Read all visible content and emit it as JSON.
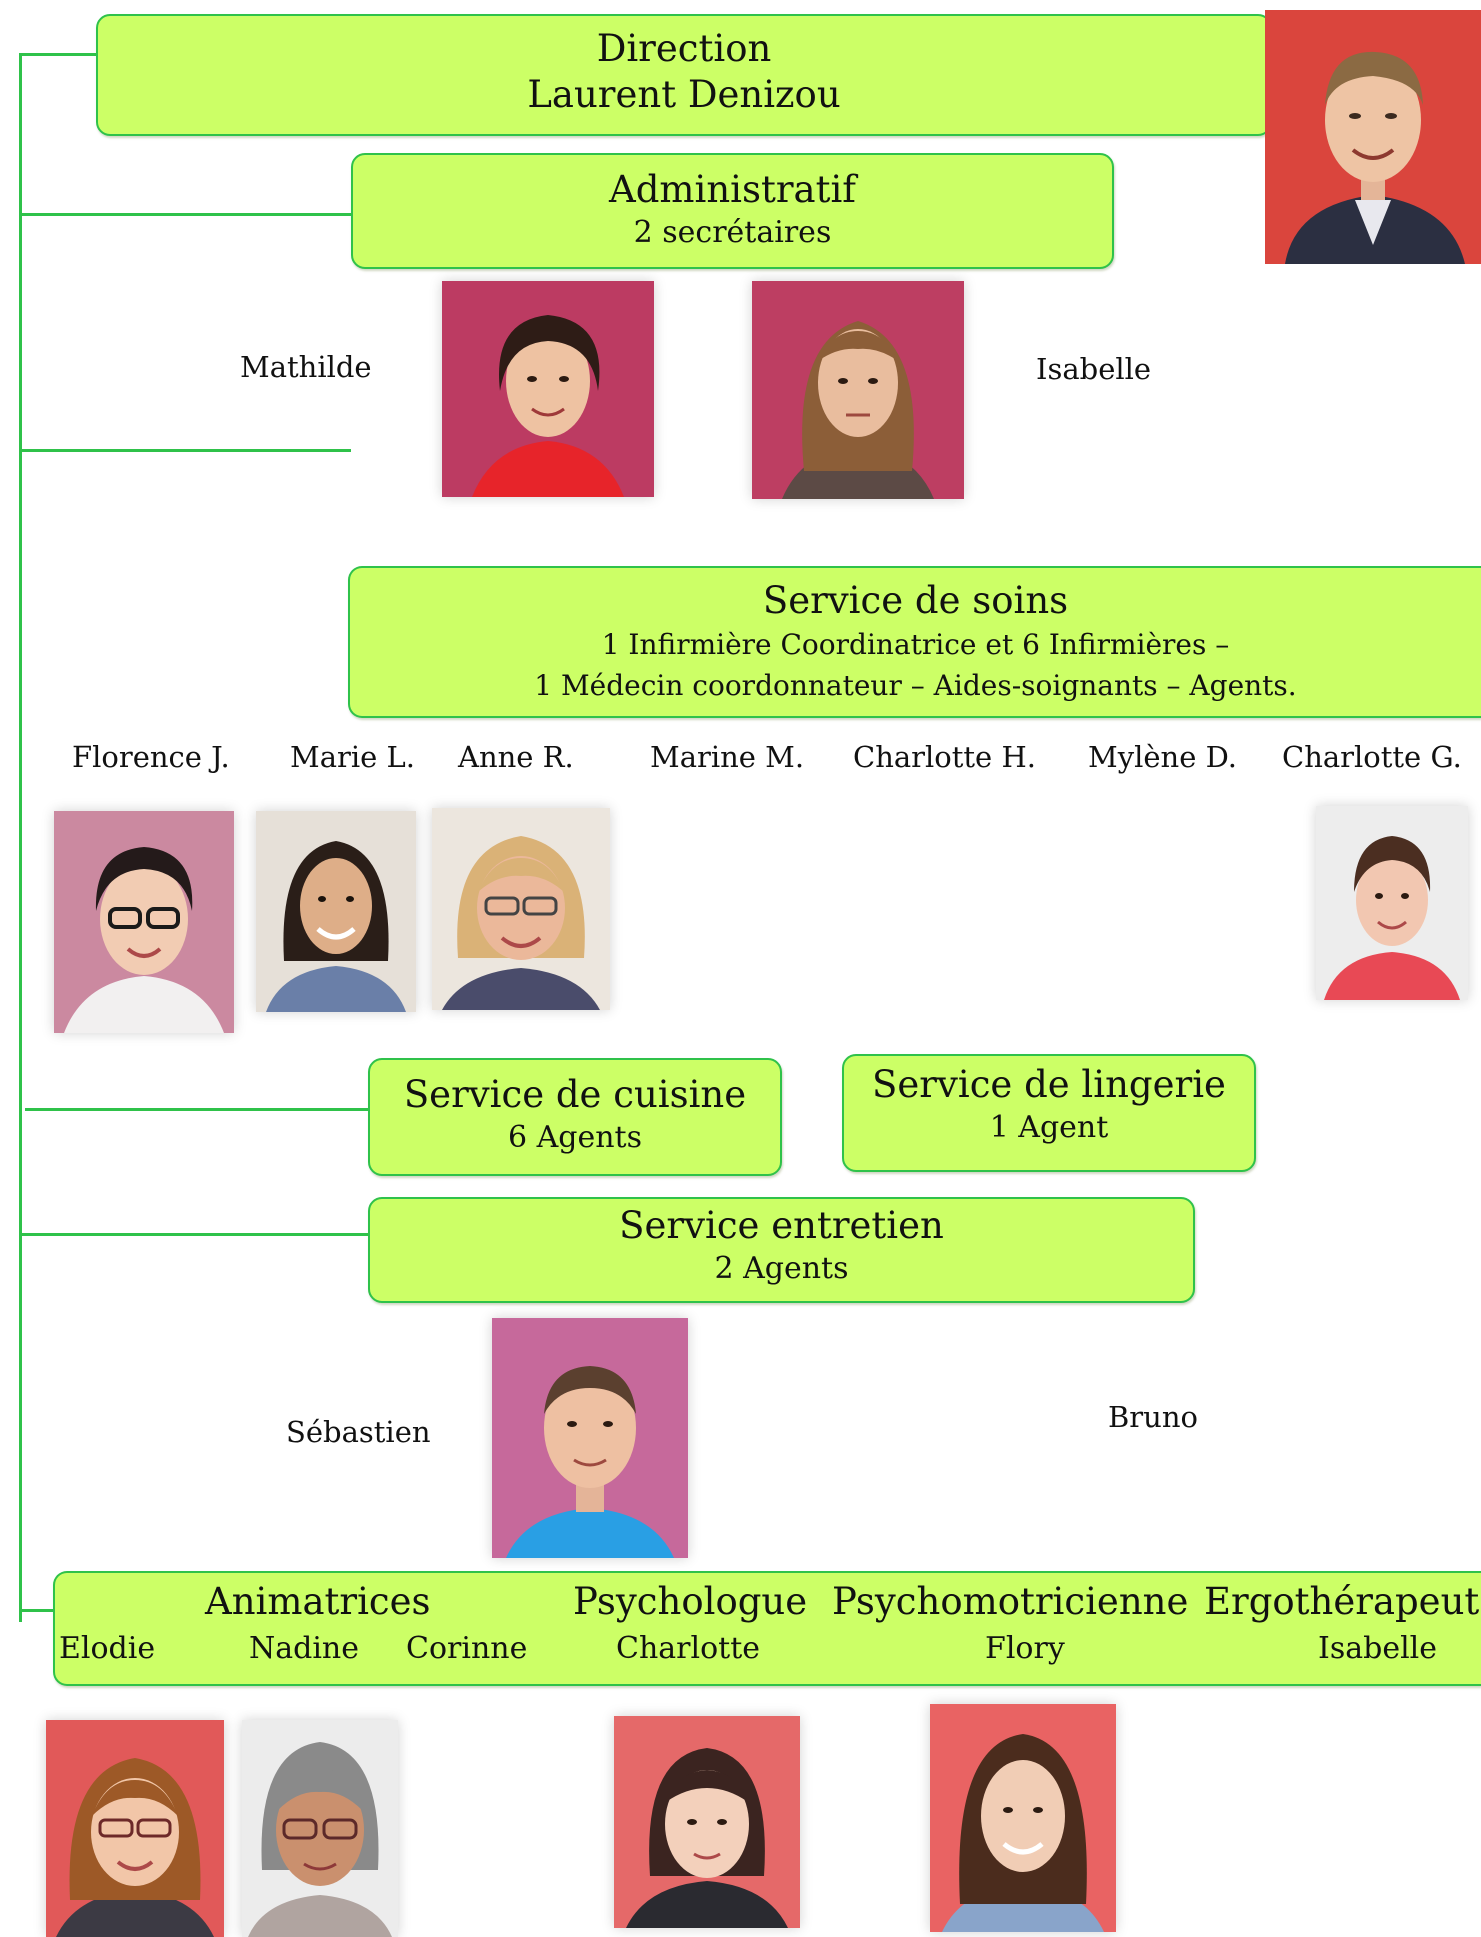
{
  "direction": {
    "title": "Direction",
    "name": "Laurent Denizou"
  },
  "administratif": {
    "title": "Administratif",
    "subtitle": "2 secrétaires",
    "names": [
      "Mathilde",
      "Isabelle"
    ]
  },
  "soins": {
    "title": "Service de soins",
    "line1": "1 Infirmière Coordinatrice et 6 Infirmières –",
    "line2": "1 Médecin coordonnateur – Aides-soignants – Agents.",
    "names": [
      "Florence J.",
      "Marie L.",
      "Anne R.",
      "Marine M.",
      "Charlotte H.",
      "Mylène D.",
      "Charlotte G."
    ]
  },
  "cuisine": {
    "title": "Service de cuisine",
    "subtitle": "6 Agents"
  },
  "lingerie": {
    "title": "Service de lingerie",
    "subtitle": "1 Agent"
  },
  "entretien": {
    "title": "Service entretien",
    "subtitle": "2 Agents",
    "names": [
      "Sébastien",
      "Bruno"
    ]
  },
  "bottom": {
    "animatrices": {
      "title": "Animatrices",
      "names": [
        "Elodie",
        "Nadine",
        "Corinne"
      ]
    },
    "psychologue": {
      "title": "Psychologue",
      "name": "Charlotte"
    },
    "psychomotricienne": {
      "title": "Psychomotricienne",
      "name": "Flory"
    },
    "ergotherapeute": {
      "title": "Ergothérapeute",
      "name": "Isabelle"
    }
  },
  "colors": {
    "box_fill": "#ccff66",
    "box_border": "#2fc24a",
    "connector": "#2fc24a"
  }
}
